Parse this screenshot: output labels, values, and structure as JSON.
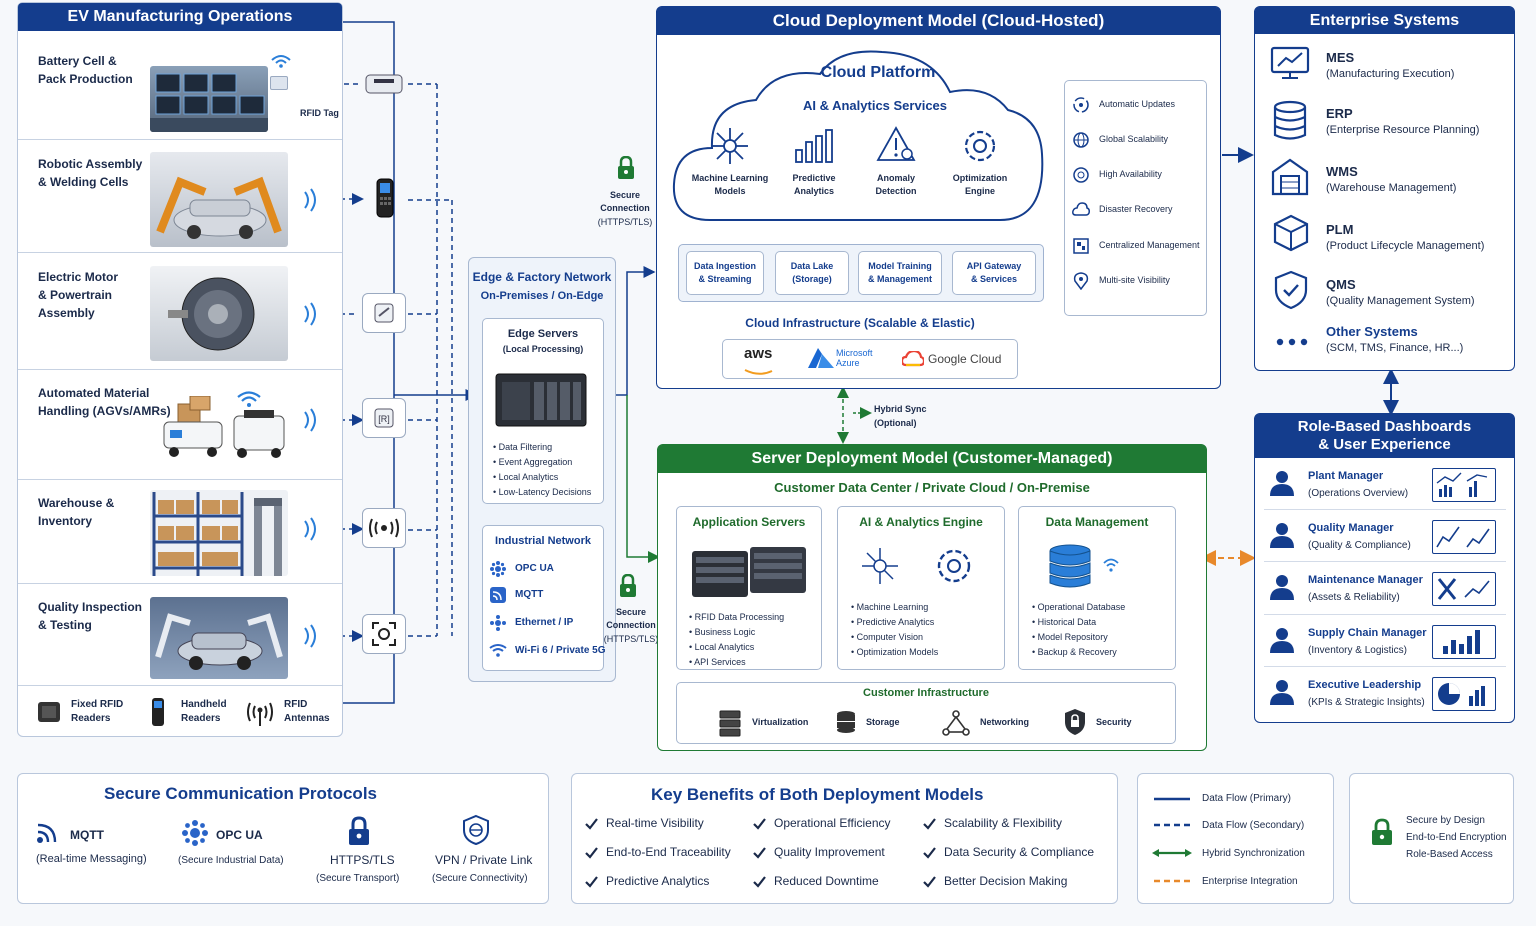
{
  "left_panel": {
    "title": "EV Manufacturing Operations",
    "stations": [
      {
        "name": "Battery Cell &\nPack Production",
        "tag": "RFID Tag"
      },
      {
        "name": "Robotic Assembly\n& Welding Cells"
      },
      {
        "name": "Electric Motor\n& Powertrain\nAssembly"
      },
      {
        "name": "Automated Material\nHandling (AGVs/AMRs)"
      },
      {
        "name": "Warehouse &\nInventory"
      },
      {
        "name": "Quality Inspection\n& Testing"
      }
    ],
    "legend": [
      {
        "label": "Fixed RFID\nReaders",
        "icon": "fixed-reader-icon"
      },
      {
        "label": "Handheld\nReaders",
        "icon": "handheld-reader-icon"
      },
      {
        "label": "RFID\nAntennas",
        "icon": "antenna-icon"
      }
    ]
  },
  "edge": {
    "title": "Edge & Factory Network",
    "subtitle": "On-Premises / On-Edge",
    "servers_title": "Edge Servers",
    "servers_sub": "(Local Processing)",
    "servers_items": [
      "Data Filtering",
      "Event Aggregation",
      "Local Analytics",
      "Low-Latency Decisions"
    ],
    "network_title": "Industrial Network",
    "network_items": [
      "OPC UA",
      "MQTT",
      "Ethernet / IP",
      "Wi-Fi 6 / Private 5G"
    ]
  },
  "secure_conn_top": {
    "title": "Secure\nConnection",
    "sub": "(HTTPS/TLS)"
  },
  "secure_conn_bottom": {
    "title": "Secure\nConnection",
    "sub": "(HTTPS/TLS)"
  },
  "cloud": {
    "title": "Cloud Deployment Model (Cloud-Hosted)",
    "platform": "Cloud Platform",
    "ai_title": "AI & Analytics Services",
    "ai_services": [
      "Machine Learning\nModels",
      "Predictive\nAnalytics",
      "Anomaly\nDetection",
      "Optimization\nEngine"
    ],
    "data_boxes": [
      "Data Ingestion\n& Streaming",
      "Data Lake\n(Storage)",
      "Model Training\n& Management",
      "API Gateway\n& Services"
    ],
    "infra_title": "Cloud Infrastructure (Scalable & Elastic)",
    "providers": [
      "aws",
      "Microsoft\nAzure",
      "Google Cloud"
    ],
    "features": [
      "Automatic Updates",
      "Global Scalability",
      "High Availability",
      "Disaster Recovery",
      "Centralized Management",
      "Multi-site Visibility"
    ]
  },
  "hybrid_sync": "Hybrid Sync\n(Optional)",
  "server": {
    "title": "Server Deployment Model (Customer-Managed)",
    "subtitle": "Customer Data Center / Private Cloud / On-Premise",
    "columns": [
      {
        "title": "Application Servers",
        "items": [
          "RFID Data Processing",
          "Business Logic",
          "Local Analytics",
          "API Services"
        ]
      },
      {
        "title": "AI & Analytics Engine",
        "items": [
          "Machine Learning",
          "Predictive Analytics",
          "Computer Vision",
          "Optimization Models"
        ]
      },
      {
        "title": "Data Management",
        "items": [
          "Operational Database",
          "Historical Data",
          "Model Repository",
          "Backup & Recovery"
        ]
      }
    ],
    "infra_title": "Customer Infrastructure",
    "infra_items": [
      "Virtualization",
      "Storage",
      "Networking",
      "Security"
    ]
  },
  "enterprise": {
    "title": "Enterprise Systems",
    "systems": [
      {
        "name": "MES",
        "desc": "(Manufacturing Execution)"
      },
      {
        "name": "ERP",
        "desc": "(Enterprise Resource Planning)"
      },
      {
        "name": "WMS",
        "desc": "(Warehouse Management)"
      },
      {
        "name": "PLM",
        "desc": "(Product Lifecycle Management)"
      },
      {
        "name": "QMS",
        "desc": "(Quality Management System)"
      },
      {
        "name": "Other Systems",
        "desc": "(SCM, TMS, Finance, HR...)"
      }
    ]
  },
  "dashboards": {
    "title": "Role-Based Dashboards\n& User Experience",
    "roles": [
      {
        "name": "Plant Manager",
        "desc": "(Operations Overview)"
      },
      {
        "name": "Quality Manager",
        "desc": "(Quality & Compliance)"
      },
      {
        "name": "Maintenance Manager",
        "desc": "(Assets & Reliability)"
      },
      {
        "name": "Supply Chain Manager",
        "desc": "(Inventory & Logistics)"
      },
      {
        "name": "Executive Leadership",
        "desc": "(KPIs & Strategic Insights)"
      }
    ]
  },
  "protocols": {
    "title": "Secure Communication Protocols",
    "items": [
      {
        "name": "MQTT",
        "desc": "(Real-time Messaging)"
      },
      {
        "name": "OPC UA",
        "desc": "(Secure Industrial Data)"
      },
      {
        "name": "HTTPS/TLS",
        "desc": "(Secure Transport)"
      },
      {
        "name": "VPN / Private Link",
        "desc": "(Secure Connectivity)"
      }
    ]
  },
  "benefits": {
    "title": "Key Benefits of Both Deployment Models",
    "items": [
      "Real-time Visibility",
      "Operational Efficiency",
      "Scalability & Flexibility",
      "End-to-End Traceability",
      "Quality Improvement",
      "Data Security & Compliance",
      "Predictive Analytics",
      "Reduced Downtime",
      "Better Decision Making"
    ]
  },
  "legend": {
    "items": [
      "Data Flow (Primary)",
      "Data Flow (Secondary)",
      "Hybrid Synchronization",
      "Enterprise Integration"
    ]
  },
  "security": {
    "lines": [
      "Secure by Design",
      "End-to-End Encryption",
      "Role-Based Access"
    ]
  },
  "colors": {
    "navy": "#143d8d",
    "green": "#1f7a34",
    "orange": "#e8892b",
    "panel_border": "#b9c7dc"
  }
}
